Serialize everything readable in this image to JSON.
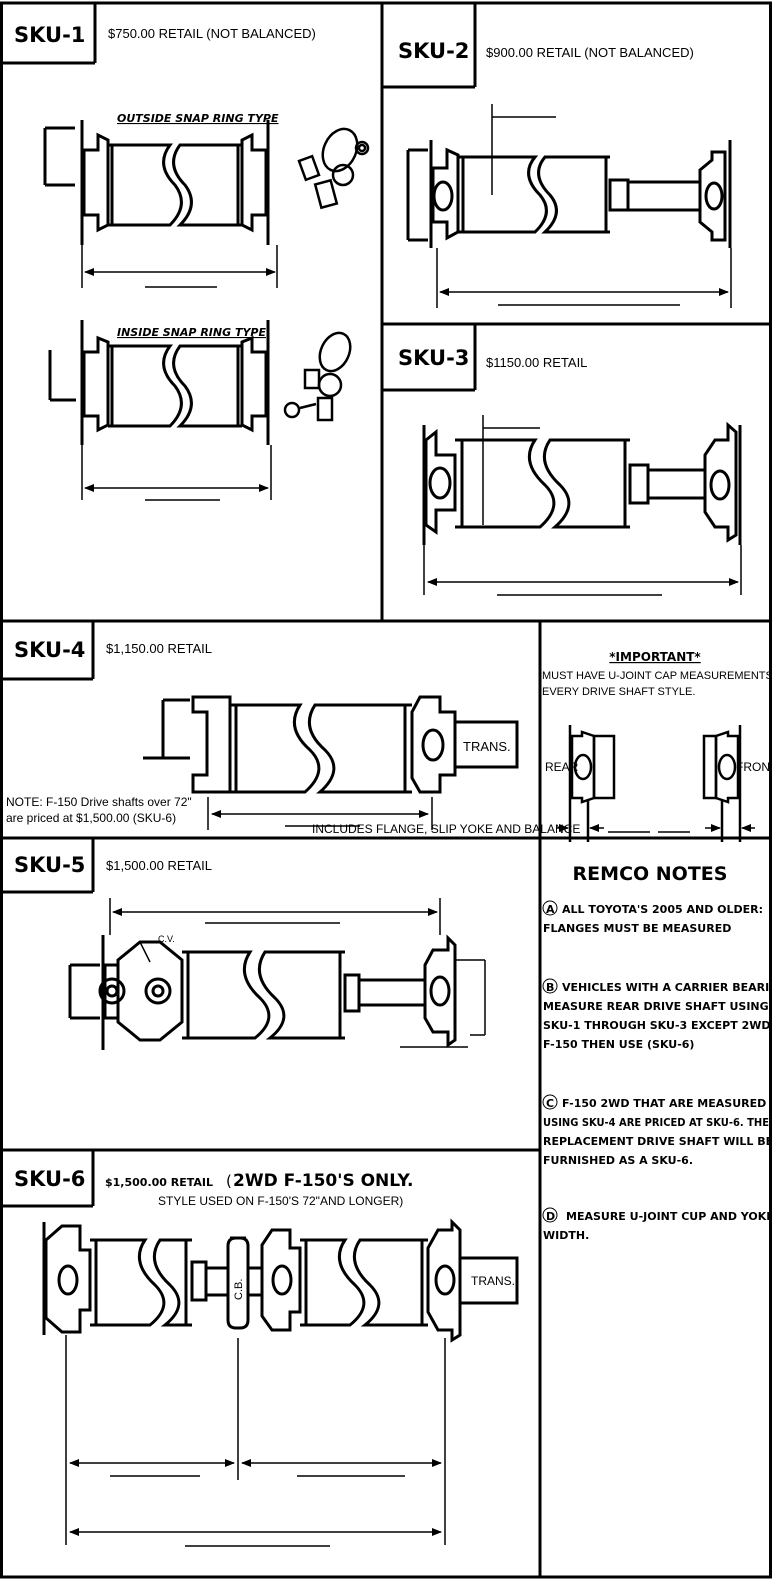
{
  "sku1": {
    "label": "SKU-1",
    "price": "$750.00 RETAIL  (NOT BALANCED)",
    "outside_type": "OUTSIDE SNAP RING TYPE",
    "inside_type": "INSIDE SNAP RING TYPE"
  },
  "sku2": {
    "label": "SKU-2",
    "price": "$900.00 RETAIL  (NOT BALANCED)"
  },
  "sku3": {
    "label": "SKU-3",
    "price": "$1150.00 RETAIL"
  },
  "sku4": {
    "label": "SKU-4",
    "price": "$1,150.00 RETAIL",
    "trans": "TRANS.",
    "note_line1": "NOTE: F-150 Drive shafts over 72\"",
    "note_line2": "are priced at $1,500.00 (SKU-6)",
    "includes": "INCLUDES FLANGE, SLIP YOKE AND BALANCE"
  },
  "important": {
    "title": "*IMPORTANT*",
    "line1": "MUST HAVE U-JOINT CAP MEASUREMENTS FOR",
    "line2": "EVERY DRIVE SHAFT STYLE.",
    "rear": "REAR",
    "front": "FRONT"
  },
  "sku5": {
    "label": "SKU-5",
    "price": "$1,500.00 RETAIL",
    "cv": "C.V."
  },
  "remco": {
    "title": "REMCO NOTES",
    "notes": [
      {
        "letter": "A",
        "lines": [
          "ALL TOYOTA'S 2005 AND OLDER:",
          "FLANGES MUST BE MEASURED"
        ]
      },
      {
        "letter": "B",
        "lines": [
          "VEHICLES WITH A CARRIER BEARING:",
          "MEASURE REAR DRIVE SHAFT USING",
          "SKU-1 THROUGH SKU-3 EXCEPT 2WD",
          "F-150 THEN USE (SKU-6)"
        ]
      },
      {
        "letter": "C",
        "lines": [
          "F-150 2WD THAT ARE MEASURED",
          "USING SKU-4 ARE PRICED AT SKU-6. THE",
          "REPLACEMENT DRIVE SHAFT WILL BE",
          "FURNISHED AS A SKU-6."
        ]
      },
      {
        "letter": "D",
        "lines": [
          "MEASURE U-JOINT CUP AND YOKE",
          "WIDTH."
        ]
      }
    ]
  },
  "sku6": {
    "label": "SKU-6",
    "price": "$1,500.00 RETAIL",
    "paren": "(",
    "big": "2WD F-150'S ONLY.",
    "style": "STYLE USED ON F-150'S 72\"AND LONGER)",
    "cb": "C.B.",
    "trans": "TRANS."
  }
}
